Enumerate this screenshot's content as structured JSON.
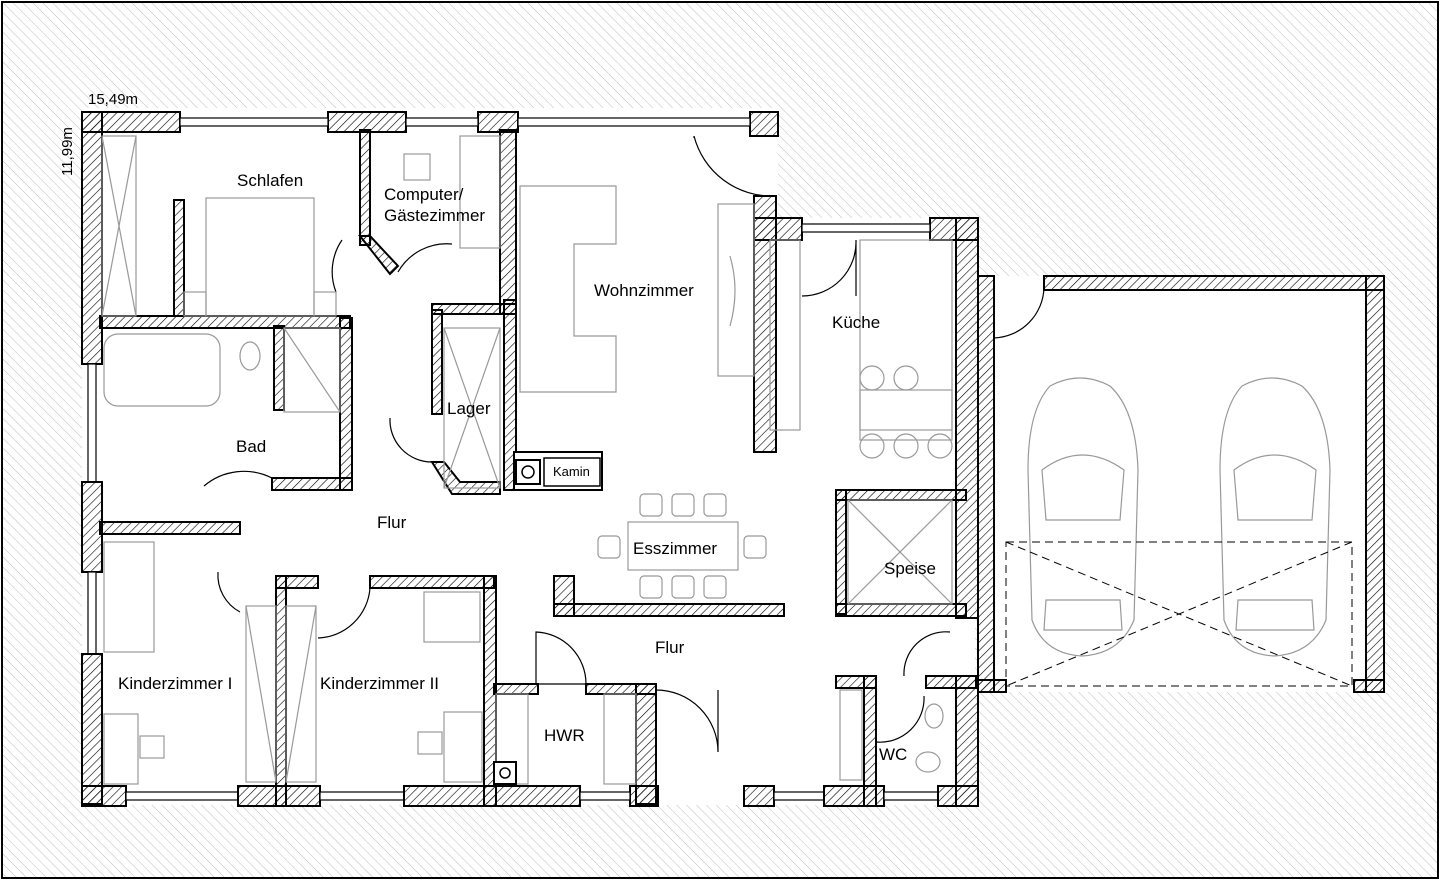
{
  "plan": {
    "dimensions": {
      "width": "15,49m",
      "depth": "11,99m"
    },
    "rooms": {
      "schlafen": "Schlafen",
      "computer_line1": "Computer/",
      "computer_line2": "Gästezimmer",
      "wohnzimmer": "Wohnzimmer",
      "kueche": "Küche",
      "lager": "Lager",
      "bad": "Bad",
      "kamin": "Kamin",
      "flur_1": "Flur",
      "esszimmer": "Esszimmer",
      "speise": "Speise",
      "flur_2": "Flur",
      "kinderzimmer_1": "Kinderzimmer I",
      "kinderzimmer_2": "Kinderzimmer II",
      "hwr": "HWR",
      "wc": "WC"
    }
  }
}
